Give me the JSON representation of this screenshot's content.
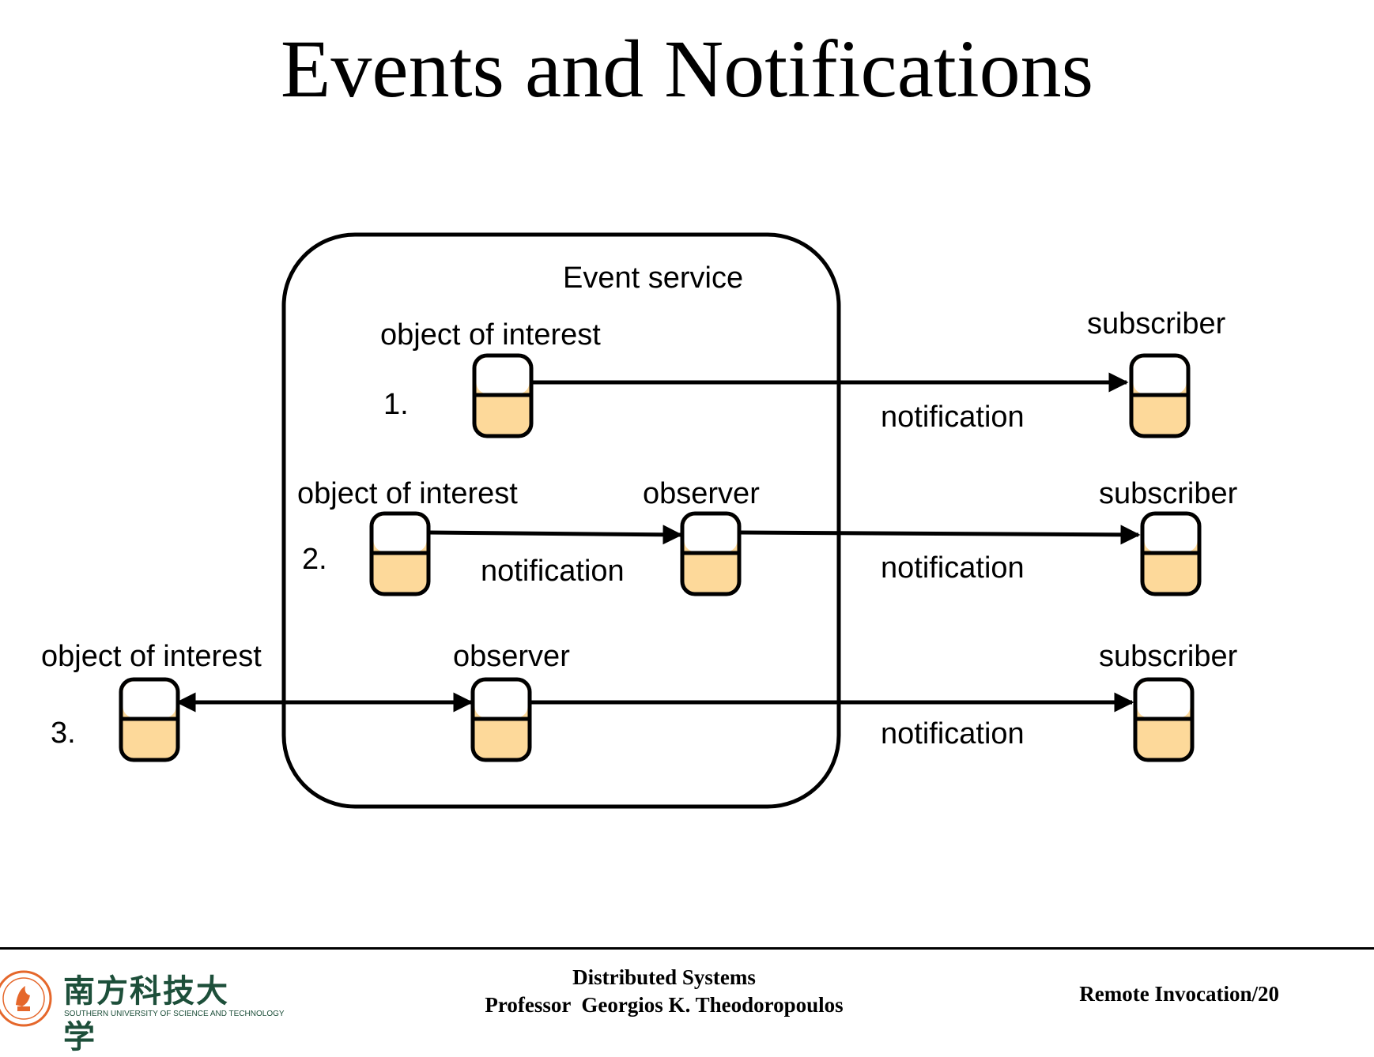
{
  "slide": {
    "title": "Events and Notifications"
  },
  "diagram": {
    "event_service_label": "Event service",
    "rows": [
      {
        "number": "1.",
        "object_of_interest": "object of interest",
        "subscriber": "subscriber",
        "notification_out": "notification"
      },
      {
        "number": "2.",
        "object_of_interest": "object of interest",
        "observer": "observer",
        "notification_in": "notification",
        "subscriber": "subscriber",
        "notification_out": "notification"
      },
      {
        "number": "3.",
        "object_of_interest": "object of interest",
        "observer": "observer",
        "subscriber": "subscriber",
        "notification_out": "notification"
      }
    ],
    "colors": {
      "outline": "#000000",
      "fill": "#fdd99a",
      "logo": "#e5672b"
    }
  },
  "footer": {
    "course": "Distributed Systems",
    "professor": "Professor  Georgios K. Theodoropoulos",
    "slide_ref": "Remote Invocation/20",
    "logo_cn": "南方科技大学",
    "logo_en": "SOUTHERN UNIVERSITY OF SCIENCE AND TECHNOLOGY"
  }
}
